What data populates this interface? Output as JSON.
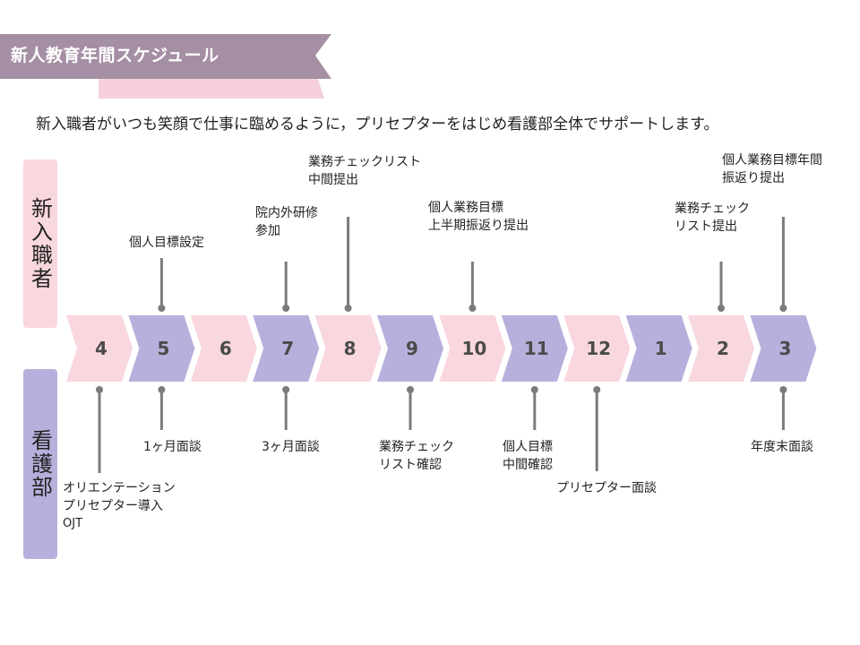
{
  "title": "新人教育年間スケジュール",
  "subtitle": "新入職者がいつも笑顔で仕事に臨めるように，プリセプターをはじめ看護部全体でサポートします。",
  "rows": {
    "newcomer": "新入職者",
    "nursing": "看護部"
  },
  "months": [
    "4",
    "5",
    "6",
    "7",
    "8",
    "9",
    "10",
    "11",
    "12",
    "1",
    "2",
    "3"
  ],
  "colors": {
    "pink": "#f9d7de",
    "purple": "#b7b0dc",
    "banner": "#a58fa4",
    "banner_ribbon": "#f6d0dc",
    "connector": "#7b7b7b",
    "month_text": "#4a4a4a"
  },
  "events_top": [
    {
      "month": "5",
      "lines": [
        "個人目標設定"
      ]
    },
    {
      "month": "7",
      "lines": [
        "院内外研修",
        "参加"
      ]
    },
    {
      "month": "8",
      "lines": [
        "業務チェックリスト",
        "中間提出"
      ]
    },
    {
      "month": "10",
      "lines": [
        "個人業務目標",
        "上半期振返り提出"
      ]
    },
    {
      "month": "2",
      "lines": [
        "業務チェック",
        "リスト提出"
      ]
    },
    {
      "month": "3",
      "lines": [
        "個人業務目標年間",
        "振返り提出"
      ]
    }
  ],
  "events_bottom": [
    {
      "month": "4",
      "lines": [
        "オリエンテーション",
        "プリセプター導入",
        "OJT"
      ]
    },
    {
      "month": "5",
      "lines": [
        "1ヶ月面談"
      ]
    },
    {
      "month": "7",
      "lines": [
        "3ヶ月面談"
      ]
    },
    {
      "month": "9",
      "lines": [
        "業務チェック",
        "リスト確認"
      ]
    },
    {
      "month": "11",
      "lines": [
        "個人目標",
        "中間確認"
      ]
    },
    {
      "month": "12",
      "lines": [
        "プリセプター面談"
      ]
    },
    {
      "month": "3",
      "lines": [
        "年度末面談"
      ]
    }
  ]
}
